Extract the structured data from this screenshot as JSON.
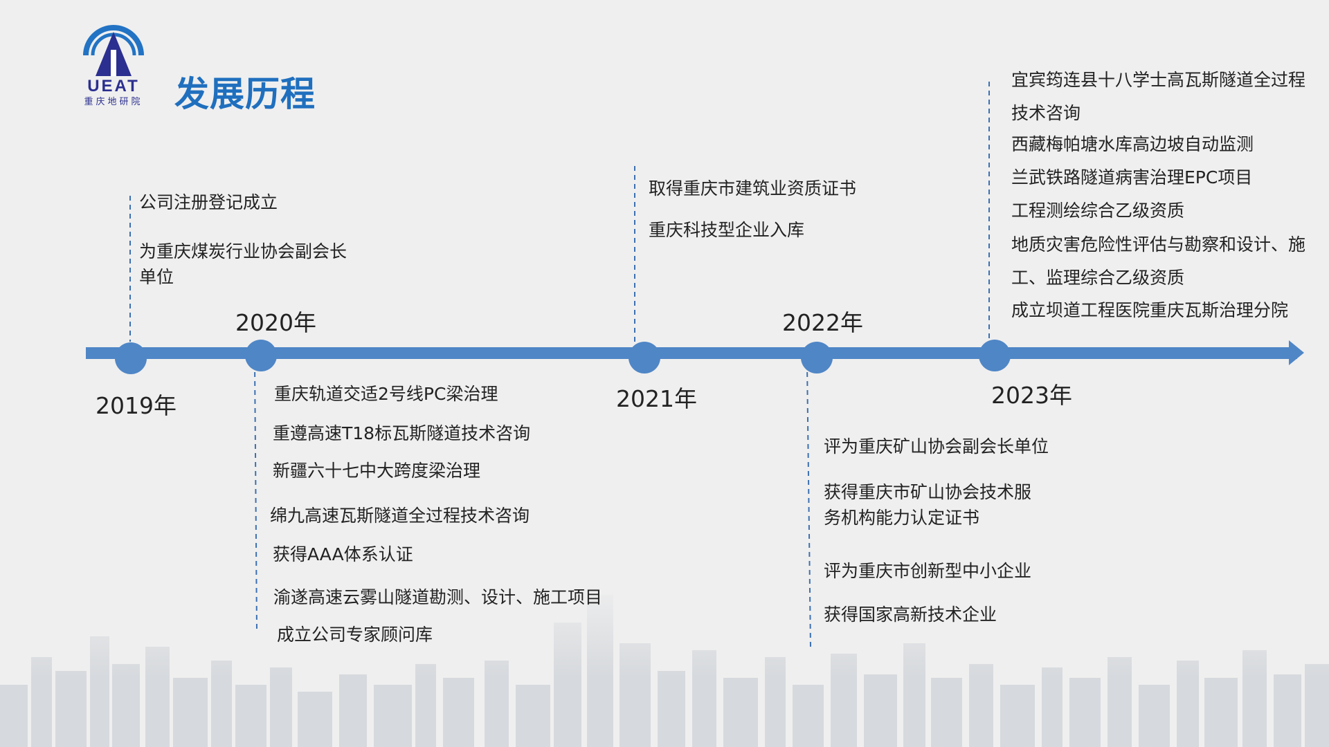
{
  "header": {
    "title": "发展历程",
    "logo_text": "UEAT",
    "logo_subtitle": "重庆地研院",
    "brand_color": "#1f6fbe"
  },
  "timeline": {
    "axis_color": "#4f86c6",
    "years": [
      {
        "label": "2019年",
        "events": [
          "公司注册登记成立",
          "为重庆煤炭行业协会副会长单位"
        ]
      },
      {
        "label": "2020年",
        "events": [
          "重庆轨道交适2号线PC梁治理",
          "重遵高速T18标瓦斯隧道技术咨询",
          "新疆六十七中大跨度梁治理",
          "绵九高速瓦斯隧道全过程技术咨询",
          "获得AAA体系认证",
          "渝遂高速云雾山隧道勘测、设计、施工项目",
          "成立公司专家顾问库"
        ]
      },
      {
        "label": "2021年",
        "events": [
          "取得重庆市建筑业资质证书",
          "重庆科技型企业入库"
        ]
      },
      {
        "label": "2022年",
        "events": [
          "评为重庆矿山协会副会长单位",
          "获得重庆市矿山协会技术服务机构能力认定证书",
          "评为重庆市创新型中小企业",
          "获得国家高新技术企业"
        ]
      },
      {
        "label": "2023年",
        "events": [
          "宜宾筠连县十八学士高瓦斯隧道全过程技术咨询",
          "西藏梅帕塘水库高边坡自动监测",
          "兰武铁路隧道病害治理EPC项目",
          "工程测绘综合乙级资质",
          "地质灾害危险性评估与勘察和设计、施工、监理综合乙级资质",
          "成立坝道工程医院重庆瓦斯治理分院"
        ]
      }
    ]
  }
}
